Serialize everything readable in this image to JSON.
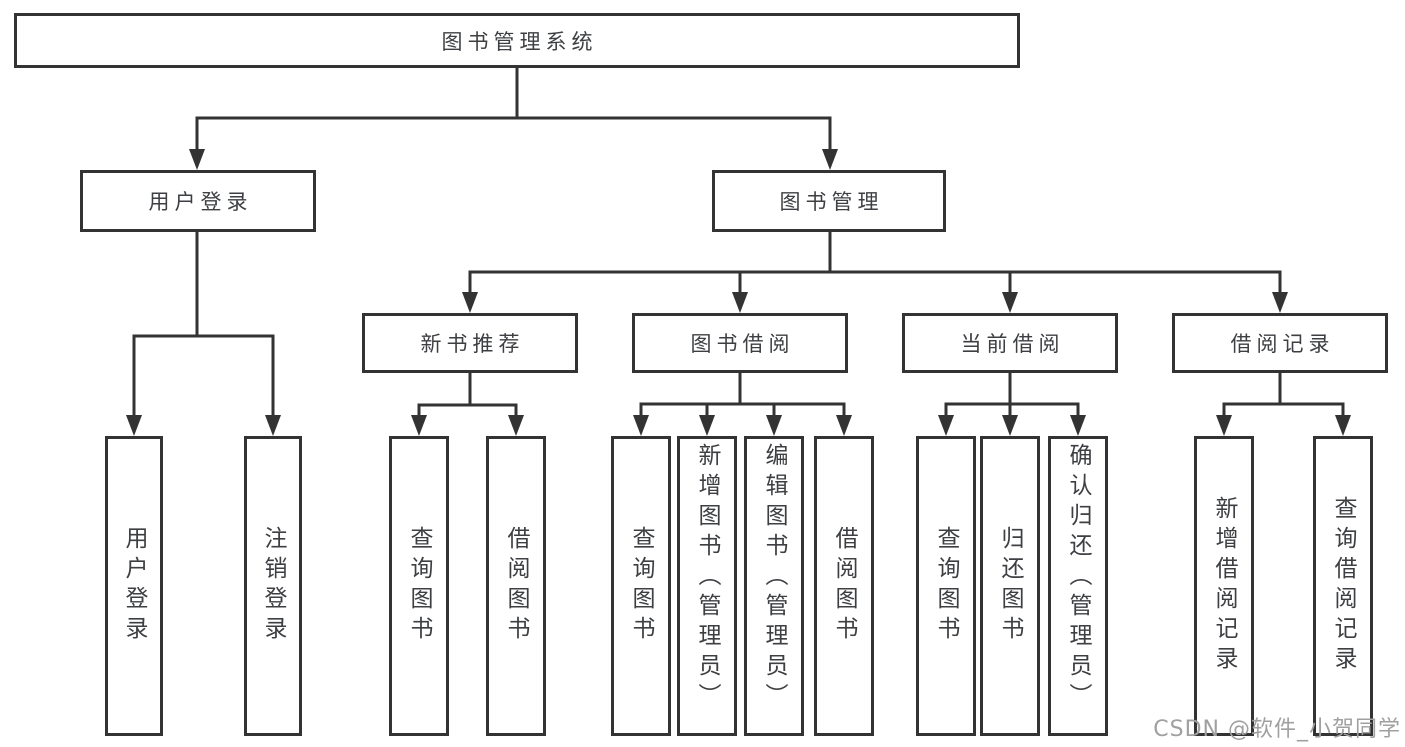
{
  "diagram": {
    "root": {
      "label": "图书管理系统"
    },
    "branches": {
      "userLogin": {
        "label": "用户登录"
      },
      "bookMgmt": {
        "label": "图书管理"
      }
    },
    "modules": {
      "newBooks": {
        "label": "新书推荐"
      },
      "bookBorrow": {
        "label": "图书借阅"
      },
      "currentBorrow": {
        "label": "当前借阅"
      },
      "borrowRecords": {
        "label": "借阅记录"
      }
    },
    "leaves": {
      "userLoginAction": {
        "label": "用户登录"
      },
      "logoutAction": {
        "label": "注销登录"
      },
      "nbQueryBooks": {
        "label": "查询图书"
      },
      "nbBorrowBooks": {
        "label": "借阅图书"
      },
      "bbQueryBooks": {
        "label": "查询图书"
      },
      "bbAddBooks": {
        "label": "新增图书（管理员）"
      },
      "bbEditBooks": {
        "label": "编辑图书（管理员）"
      },
      "bbBorrowBooks": {
        "label": "借阅图书"
      },
      "cbQueryBooks": {
        "label": "查询图书"
      },
      "cbReturnBooks": {
        "label": "归还图书"
      },
      "cbConfirmReturn": {
        "label": "确认归还（管理员）"
      },
      "brAddRecord": {
        "label": "新增借阅记录"
      },
      "brQueryRecord": {
        "label": "查询借阅记录"
      }
    }
  },
  "watermark": {
    "text": "CSDN @软件_小贺同学"
  },
  "colors": {
    "line": "#333333",
    "text": "#3d3f42",
    "watermark": "#a0a0a0",
    "background": "#ffffff"
  }
}
